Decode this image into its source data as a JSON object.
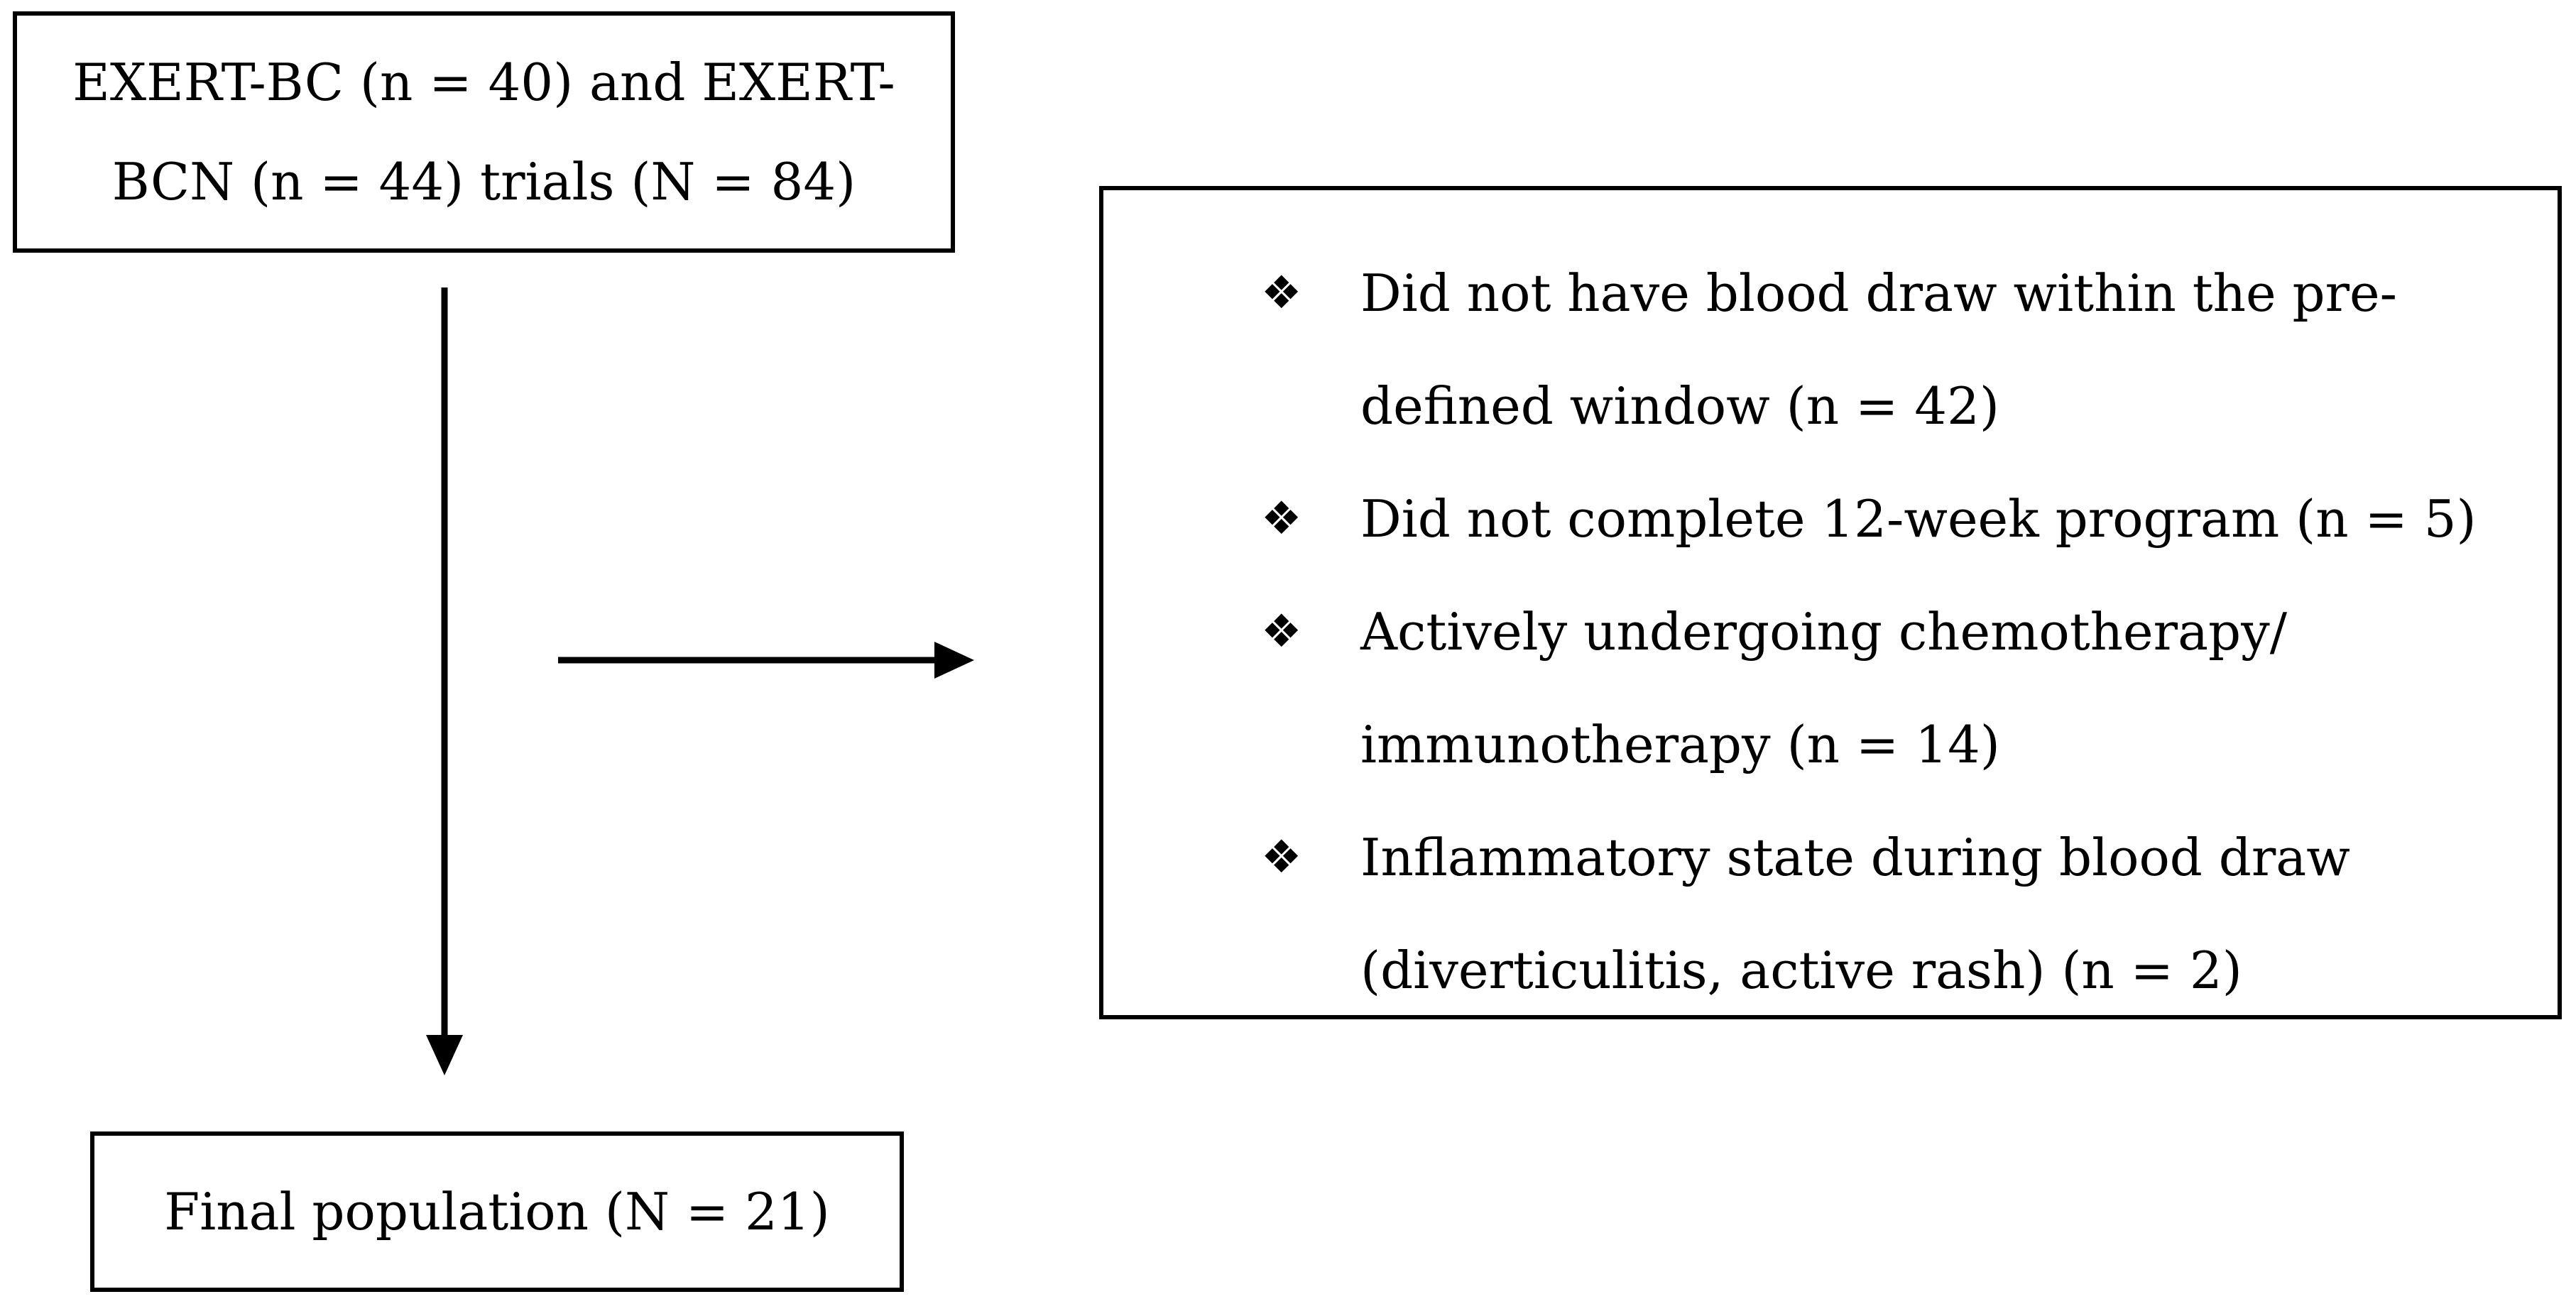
{
  "source_box": {
    "text": "EXERT-BC (n = 40) and EXERT-BCN (n = 44) trials (N = 84)"
  },
  "exclusions_box": {
    "bullet_glyph": "❖",
    "items": [
      {
        "text": "Did not have blood draw within the pre-defined window (n = 42)"
      },
      {
        "text": "Did not complete 12-week program (n = 5)"
      },
      {
        "text": "Actively undergoing chemotherapy/ immunotherapy (n = 14)"
      },
      {
        "text": "Inflammatory state during blood draw (diverticulitis, active rash) (n = 2)"
      }
    ]
  },
  "final_box": {
    "text": "Final population (N = 21)"
  },
  "colors": {
    "line": "#000000",
    "background": "#ffffff"
  }
}
